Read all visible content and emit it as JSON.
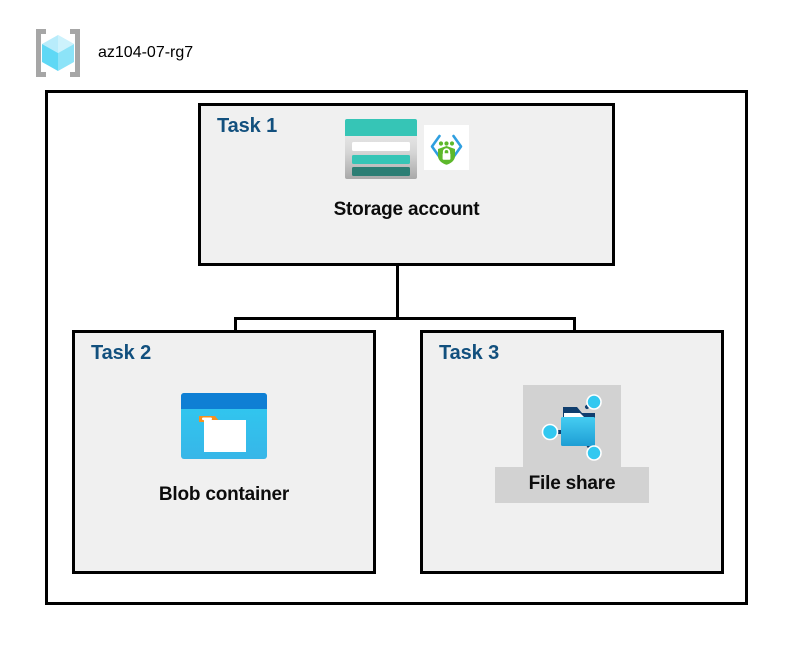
{
  "diagram": {
    "type": "azure-architecture",
    "resource_group": {
      "name": "az104-07-rg7",
      "icon": "azure-resource-group-icon"
    },
    "tasks": [
      {
        "id": "task1",
        "label": "Task 1",
        "node": {
          "caption": "Storage account",
          "icons": [
            "azure-storage-account-icon",
            "azure-private-endpoint-icon"
          ]
        }
      },
      {
        "id": "task2",
        "label": "Task 2",
        "node": {
          "caption": "Blob container",
          "icons": [
            "azure-blob-container-icon"
          ]
        }
      },
      {
        "id": "task3",
        "label": "Task 3",
        "node": {
          "caption": "File share",
          "icons": [
            "azure-file-share-icon"
          ],
          "highlighted": true
        }
      }
    ],
    "connections": [
      {
        "from": "task1",
        "to": "task2"
      },
      {
        "from": "task1",
        "to": "task3"
      }
    ]
  },
  "colors": {
    "task_label": "#12507E",
    "box_border": "#000000",
    "box_fill": "#F0F0F0",
    "page_background": "#FFFFFF",
    "highlight_fill": "#D2D2D2",
    "storage_teal": "#36C5B6",
    "storage_teal_dark": "#2C7E74",
    "blob_blue": "#0F7FD4",
    "blob_cyan": "#32C8F0",
    "blob_orange": "#F7901E",
    "fileshare_cyan": "#32BEE8",
    "fileshare_navy": "#103E6E",
    "shield_green": "#5DB82B",
    "rg_cube_cyan": "#9CE8FA",
    "rg_bracket_gray": "#A6A6A6"
  }
}
